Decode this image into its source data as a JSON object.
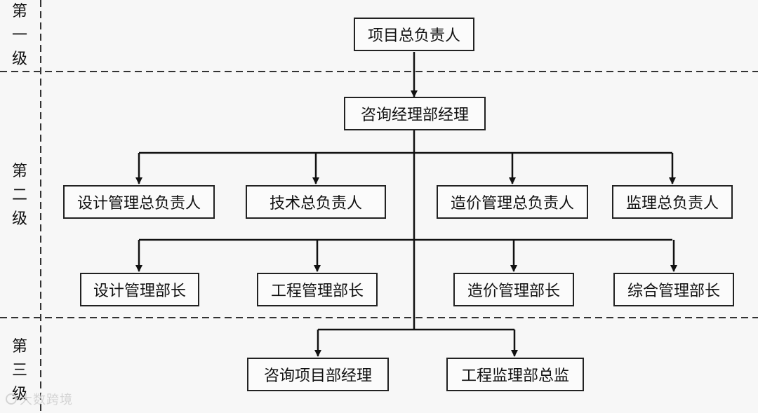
{
  "levels": [
    {
      "id": "level-1",
      "chars": [
        "第",
        "一",
        "级"
      ]
    },
    {
      "id": "level-2",
      "chars": [
        "第",
        "二",
        "级"
      ]
    },
    {
      "id": "level-3",
      "chars": [
        "第",
        "三",
        "级"
      ]
    }
  ],
  "nodes": {
    "project_lead": "项目总负责人",
    "consulting_manager": "咨询经理部经理",
    "design_lead": "设计管理总负责人",
    "tech_lead": "技术总负责人",
    "cost_lead": "造价管理总负责人",
    "supervision_lead": "监理总负责人",
    "design_head": "设计管理部长",
    "engineering_head": "工程管理部长",
    "cost_head": "造价管理部长",
    "general_head": "综合管理部长",
    "consulting_project_manager": "咨询项目部经理",
    "engineering_supervisor": "工程监理部总监"
  },
  "watermark": "大数跨境"
}
